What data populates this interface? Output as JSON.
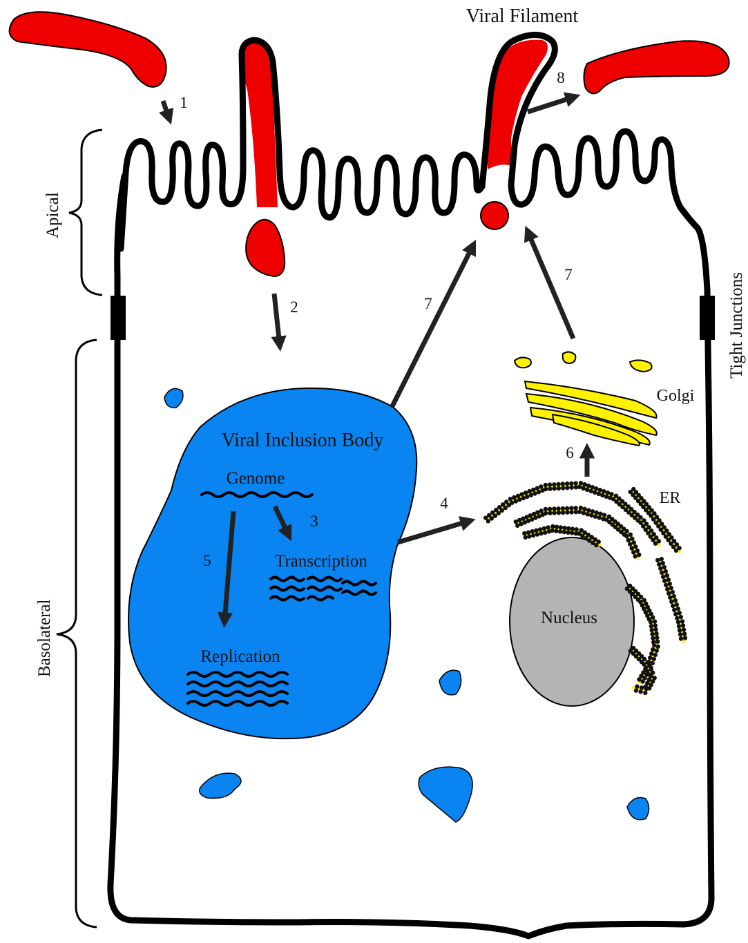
{
  "labels": {
    "viral_filament": "Viral Filament",
    "apical": "Apical",
    "basolateral": "Basolateral",
    "tight_junctions": "Tight Junctions",
    "viral_inclusion_body": "Viral Inclusion Body",
    "genome": "Genome",
    "transcription": "Transcription",
    "replication": "Replication",
    "golgi": "Golgi",
    "er": "ER",
    "nucleus": "Nucleus"
  },
  "steps": {
    "s1": "1",
    "s2": "2",
    "s3": "3",
    "s4": "4",
    "s5": "5",
    "s6": "6",
    "s7a": "7",
    "s7b": "7",
    "s8": "8"
  },
  "colors": {
    "virus": "#ee0000",
    "inclusion_body": "#0a84f0",
    "nucleus": "#b4b4b4",
    "golgi": "#fff200",
    "membrane": "#000000",
    "arrow": "#222222"
  }
}
